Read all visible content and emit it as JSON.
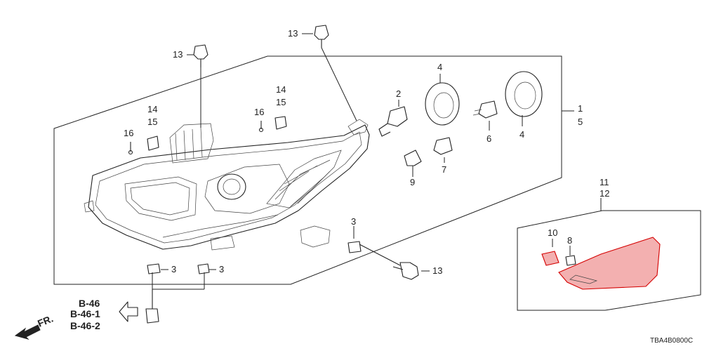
{
  "callouts": {
    "c13_top": "13",
    "c13_left": "13",
    "c13_right": "13",
    "c2": "2",
    "c4_top": "4",
    "c4_right": "4",
    "c1": "1",
    "c5": "5",
    "c6": "6",
    "c7": "7",
    "c9": "9",
    "c14_left": "14",
    "c15_left": "15",
    "c16_left": "16",
    "c14_mid": "14",
    "c15_mid": "15",
    "c16_mid": "16",
    "c3_a": "3",
    "c3_b": "3",
    "c3_c": "3",
    "c11": "11",
    "c12": "12",
    "c10": "10",
    "c8": "8"
  },
  "refs": [
    "B-46",
    "B-46-1",
    "B-46-2"
  ],
  "direction_label": "FR.",
  "diagram_code": "TBA4B0800C",
  "colors": {
    "line": "#222222",
    "red_part": "#d40000",
    "red_fill": "#f3b0b0"
  }
}
